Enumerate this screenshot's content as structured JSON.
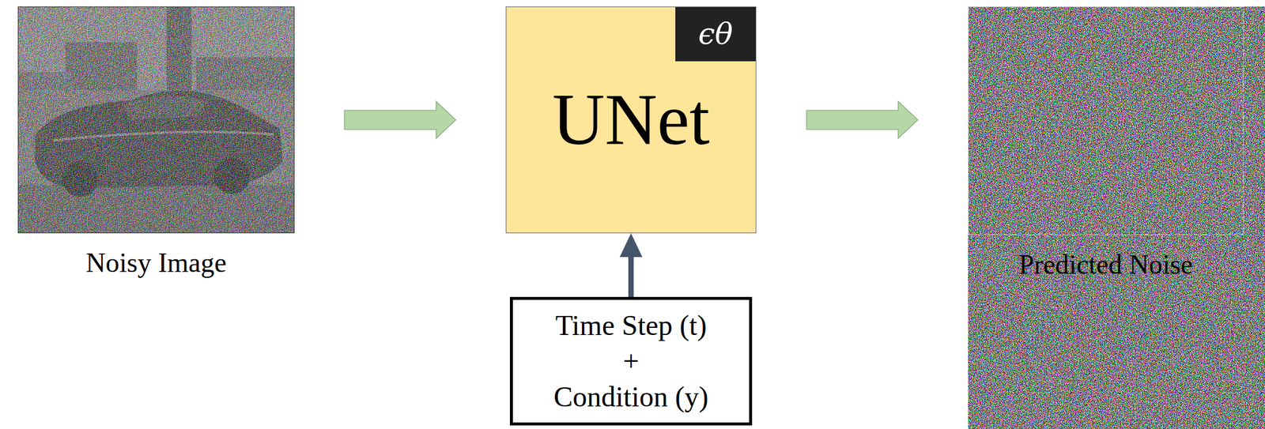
{
  "diagram": {
    "nodes": [
      {
        "text": [
          "Noisy Image"
        ]
      },
      {
        "text": [
          "UNet"
        ]
      },
      {
        "text": [
          "ϵθ"
        ],
        "in": 1
      },
      {
        "text": [
          "Predicted Noise"
        ]
      },
      {
        "text": [
          "Time Step (t)",
          "+",
          "Condition (y)"
        ]
      }
    ],
    "edges": [
      {
        "from": 0,
        "to": 1,
        "arrow": "to"
      },
      {
        "from": 1,
        "to": 3,
        "arrow": "to"
      },
      {
        "from": 4,
        "to": 1,
        "arrow": "to"
      }
    ]
  }
}
